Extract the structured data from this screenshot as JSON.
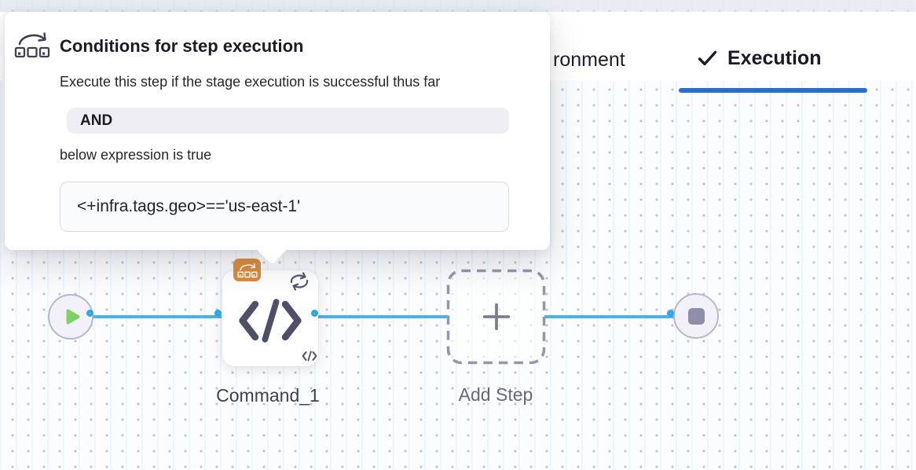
{
  "tabs": {
    "partial_left_label": "ronment",
    "active": {
      "label": "Execution",
      "icon": "check-icon"
    }
  },
  "popover": {
    "icon": "conditional-execution-icon",
    "title": "Conditions for step execution",
    "subtitle": "Execute this step if the stage execution is successful thus far",
    "operator": "AND",
    "expression_intro": "below expression is true",
    "expression": "<+infra.tags.geo>=='us-east-1'"
  },
  "pipeline": {
    "start_node": "play-icon",
    "end_node": "stop-icon",
    "steps": [
      {
        "name": "Command_1",
        "type": "command",
        "badge": "conditional-execution",
        "icons": [
          "loop-icon",
          "code-icon"
        ]
      },
      {
        "name": "Add Step",
        "type": "add-step",
        "icons": [
          "plus-icon"
        ]
      }
    ]
  },
  "colors": {
    "accent_blue": "#2b6cd0",
    "connector_blue": "#4db1e8",
    "badge_orange": "#dd8a37",
    "play_green": "#7ed163",
    "node_gray": "#8e8fa6",
    "and_badge_bg": "#efeef4"
  }
}
